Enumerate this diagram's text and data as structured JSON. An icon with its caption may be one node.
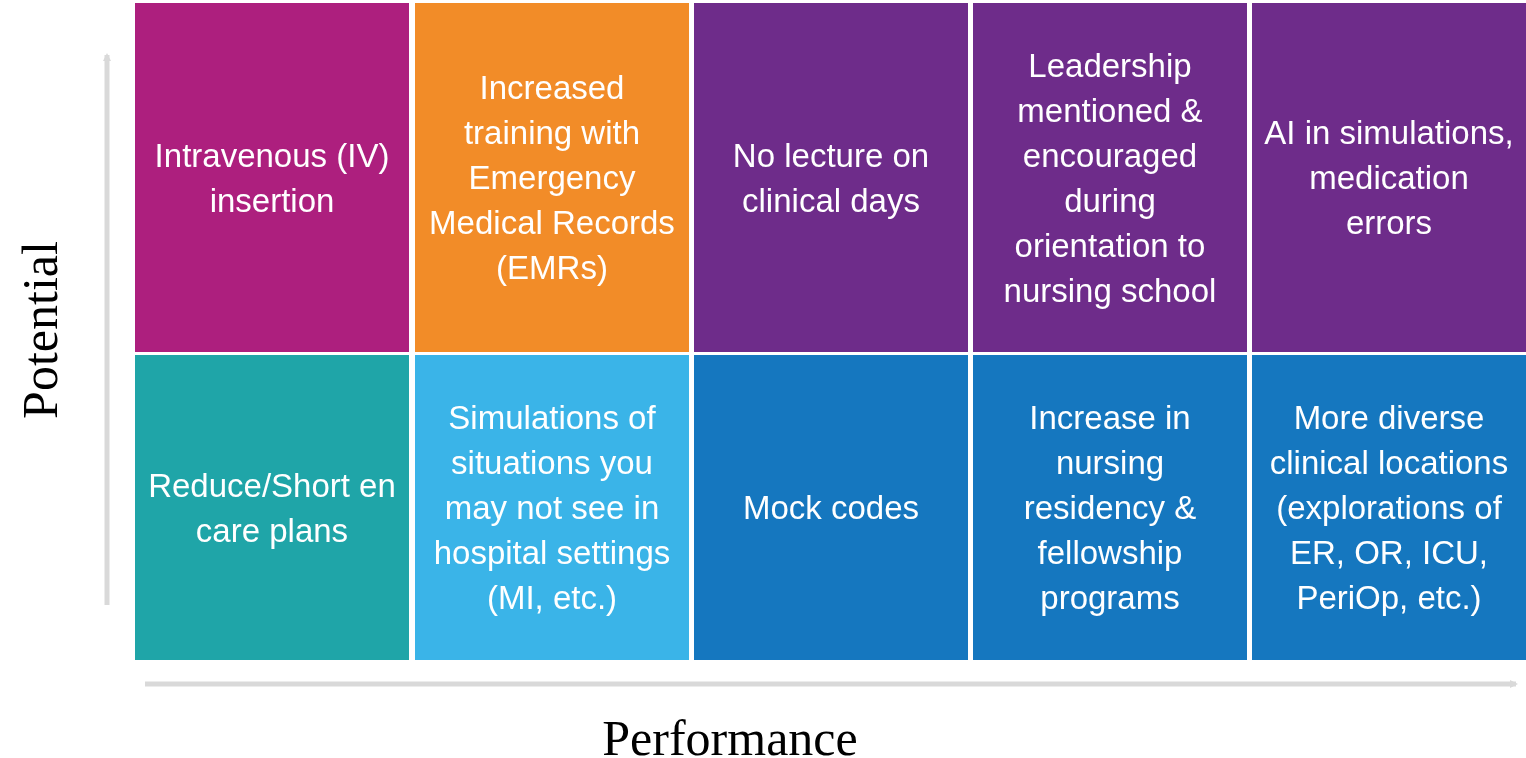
{
  "diagram": {
    "nodes": [
      {
        "text": [
          "Intravenous (IV) insertion"
        ]
      },
      {
        "text": [
          "Increased training with Emergency Medical Records (EMRs)"
        ]
      },
      {
        "text": [
          "No lecture on clinical days"
        ]
      },
      {
        "text": [
          "Leadership mentioned & encouraged during orientation to nursing school"
        ]
      },
      {
        "text": [
          "AI in simulations, medication errors"
        ]
      },
      {
        "text": [
          "Reduce/Short en care plans"
        ]
      },
      {
        "text": [
          "Simulations of situations you may not see in hospital settings (MI, etc.)"
        ]
      },
      {
        "text": [
          "Mock codes"
        ]
      },
      {
        "text": [
          "Increase in nursing residency & fellowship programs"
        ]
      },
      {
        "text": [
          "More diverse clinical locations (explorations of ER, OR, ICU, PeriOp, etc.)"
        ]
      }
    ],
    "edges": [],
    "labels": [
      "Potential",
      "Performance"
    ]
  }
}
